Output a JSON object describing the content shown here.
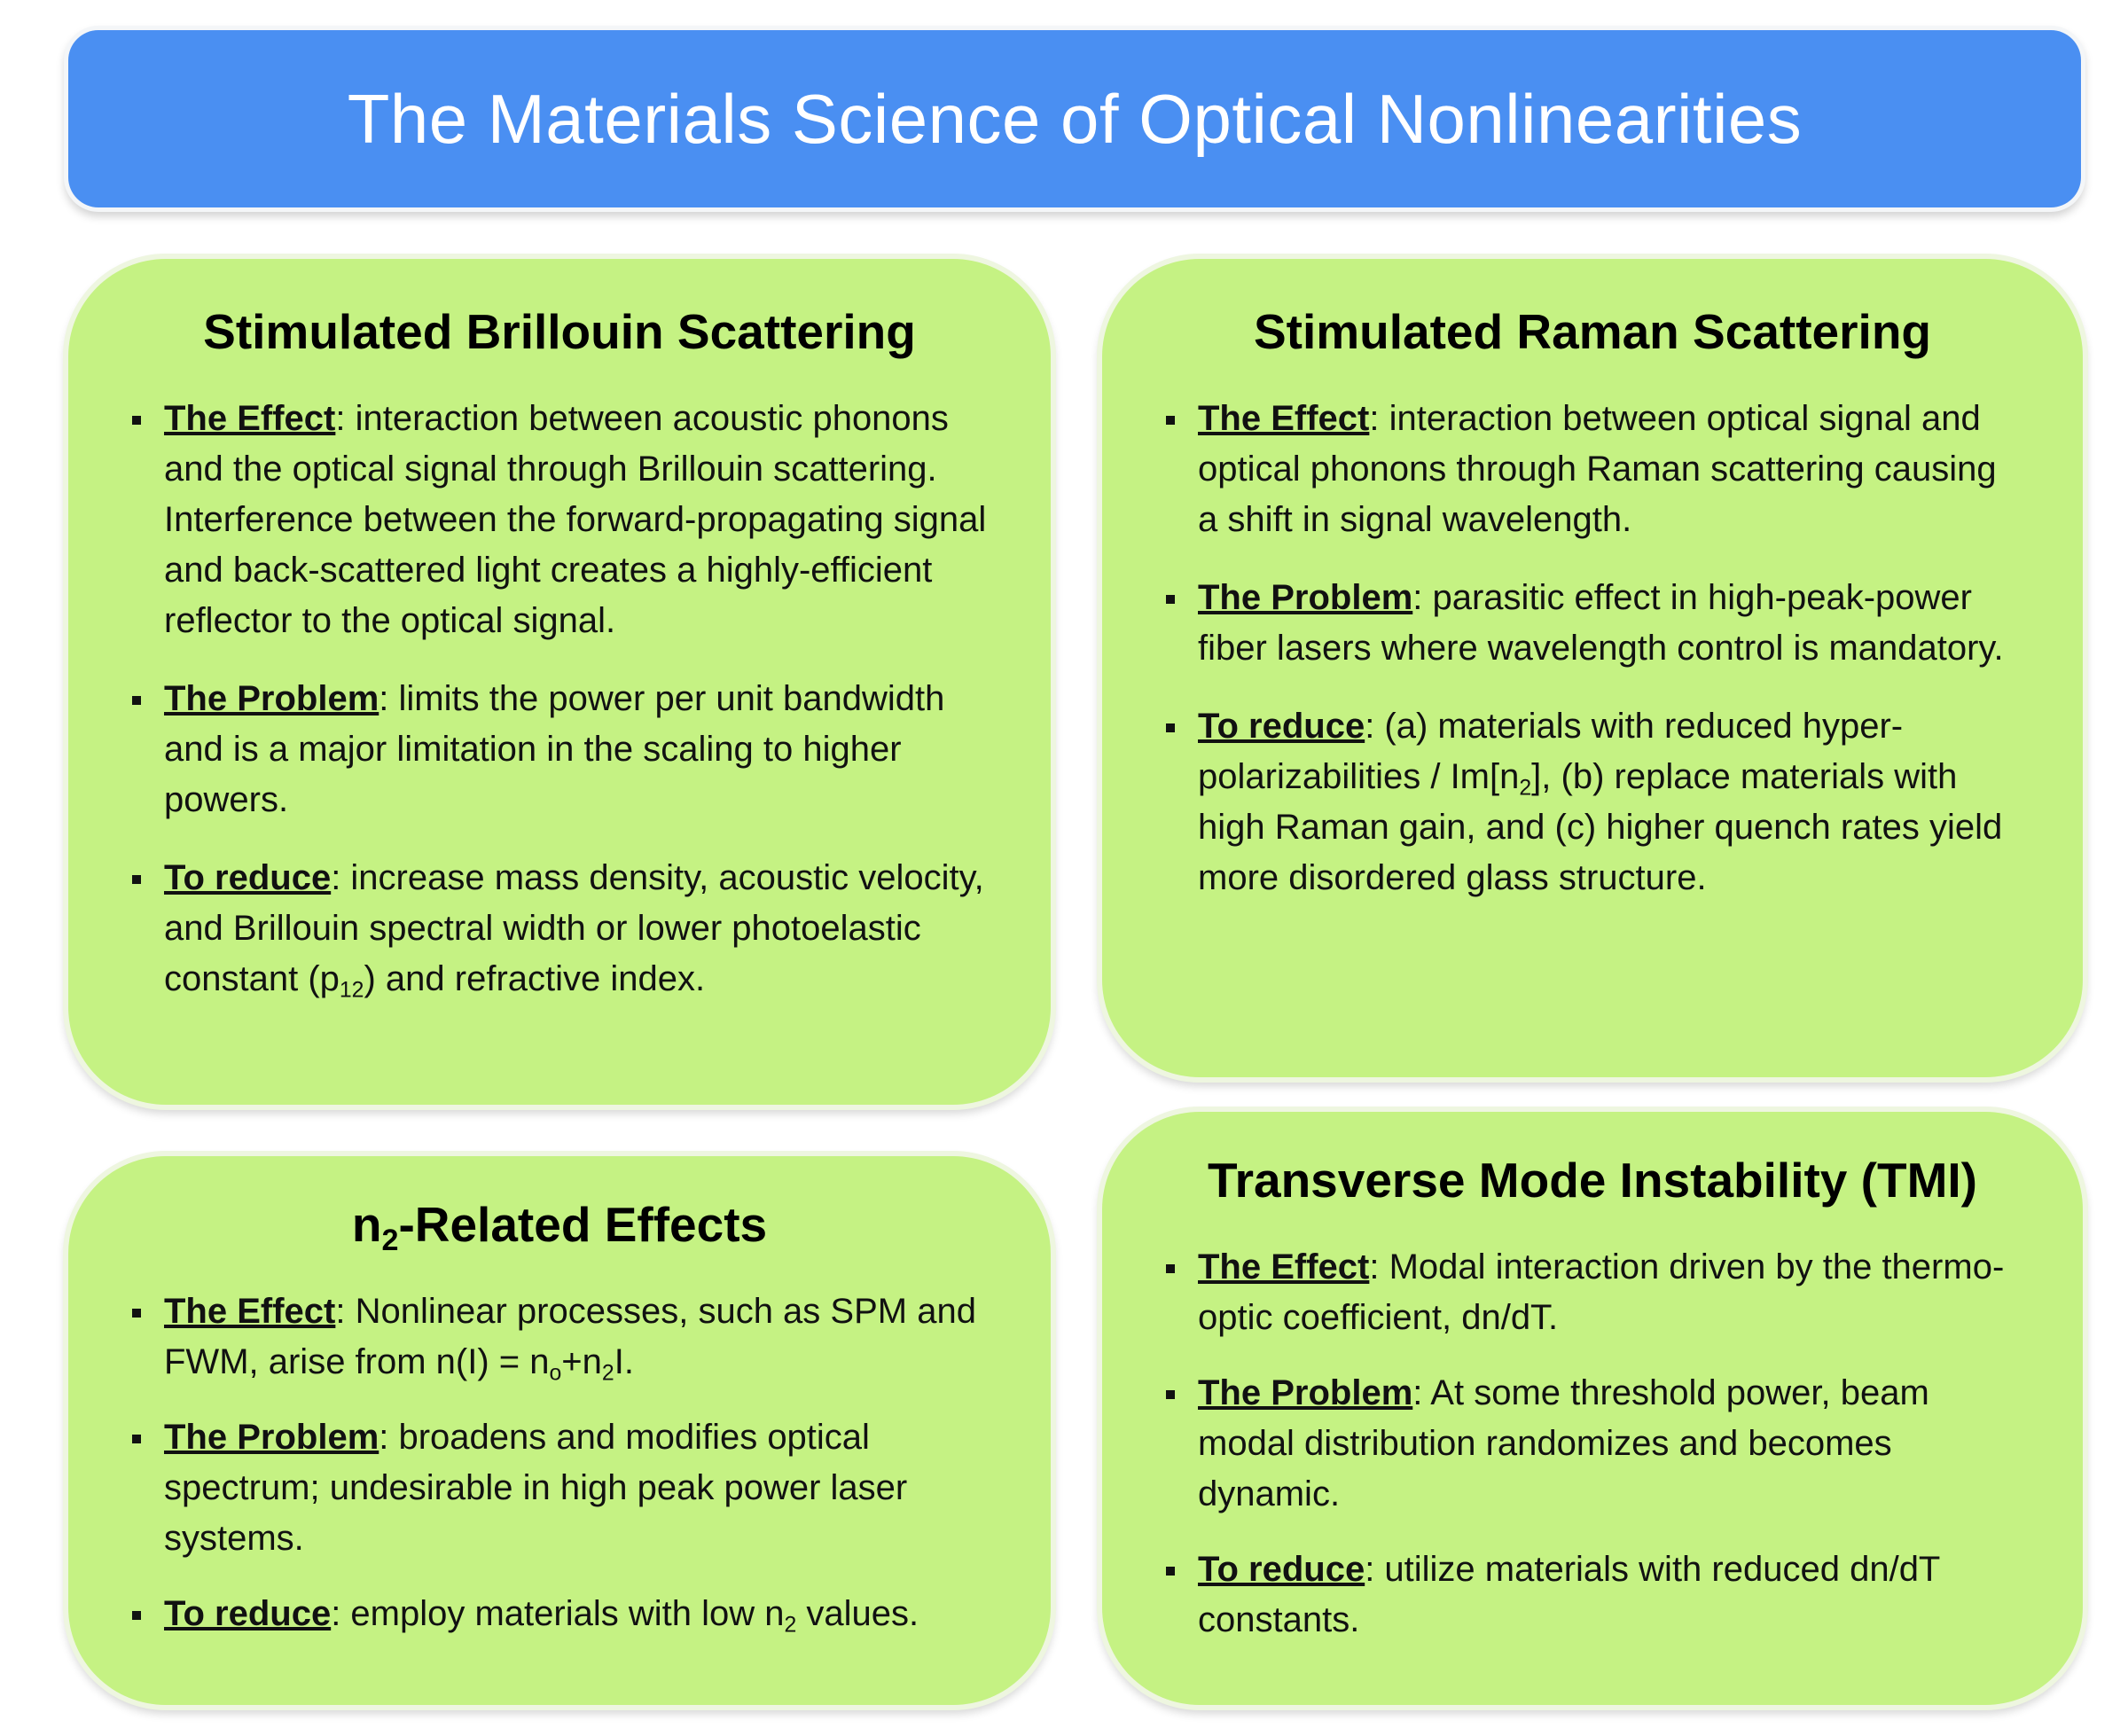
{
  "title": "The Materials Science of Optical Nonlinearities",
  "colors": {
    "title_bg": "#4a8ff2",
    "panel_bg": "#c5f283"
  },
  "panels": [
    {
      "id": "sbs",
      "heading": [
        {
          "t": "Stimulated Brillouin Scattering"
        }
      ],
      "bullets": [
        {
          "label": "The Effect",
          "text": [
            {
              "t": ": interaction between acoustic phonons and the optical signal through Brillouin scattering. Interference between the forward-propagating signal and back-scattered light creates a highly-efficient reflector to the optical signal."
            }
          ]
        },
        {
          "label": "The Problem",
          "text": [
            {
              "t": ": limits the power per unit bandwidth and is a major limitation in the scaling to higher powers."
            }
          ]
        },
        {
          "label": "To reduce",
          "text": [
            {
              "t": ": increase mass density, acoustic velocity, and Brillouin spectral width or lower photoelastic constant (p"
            },
            {
              "t": "12",
              "sub": true
            },
            {
              "t": ") and refractive index."
            }
          ]
        }
      ]
    },
    {
      "id": "srs",
      "heading": [
        {
          "t": "Stimulated Raman Scattering"
        }
      ],
      "bullets": [
        {
          "label": "The Effect",
          "text": [
            {
              "t": ": interaction between optical signal and optical phonons through Raman scattering causing a shift in signal wavelength."
            }
          ]
        },
        {
          "label": "The Problem",
          "text": [
            {
              "t": ": parasitic effect in high-peak-power fiber lasers where wavelength control is mandatory."
            }
          ]
        },
        {
          "label": "To reduce",
          "text": [
            {
              "t": ": (a) materials with reduced hyper-polarizabilities / Im[n"
            },
            {
              "t": "2",
              "sub": true
            },
            {
              "t": "], (b) replace materials with high Raman gain, and (c) higher quench rates yield more disordered glass structure."
            }
          ]
        }
      ]
    },
    {
      "id": "n2",
      "heading": [
        {
          "t": "n"
        },
        {
          "t": "2",
          "sub": true
        },
        {
          "t": "-Related Effects"
        }
      ],
      "bullets": [
        {
          "label": "The Effect",
          "text": [
            {
              "t": ": Nonlinear processes, such as SPM and FWM, arise from n(I) = n"
            },
            {
              "t": "o",
              "sub": true
            },
            {
              "t": "+n"
            },
            {
              "t": "2",
              "sub": true
            },
            {
              "t": "I."
            }
          ]
        },
        {
          "label": "The Problem",
          "text": [
            {
              "t": ": broadens and modifies optical spectrum; undesirable in high peak power laser systems."
            }
          ]
        },
        {
          "label": "To reduce",
          "text": [
            {
              "t": ": employ materials with low n"
            },
            {
              "t": "2",
              "sub": true
            },
            {
              "t": " values."
            }
          ]
        }
      ]
    },
    {
      "id": "tmi",
      "heading": [
        {
          "t": "Transverse Mode Instability (TMI)"
        }
      ],
      "bullets": [
        {
          "label": "The Effect",
          "text": [
            {
              "t": ": Modal interaction driven by the thermo-optic coefficient, dn/dT."
            }
          ]
        },
        {
          "label": "The Problem",
          "text": [
            {
              "t": ": At some threshold power, beam modal distribution randomizes and becomes dynamic."
            }
          ]
        },
        {
          "label": "To reduce",
          "text": [
            {
              "t": ": utilize materials with reduced dn/dT constants."
            }
          ]
        }
      ]
    }
  ]
}
